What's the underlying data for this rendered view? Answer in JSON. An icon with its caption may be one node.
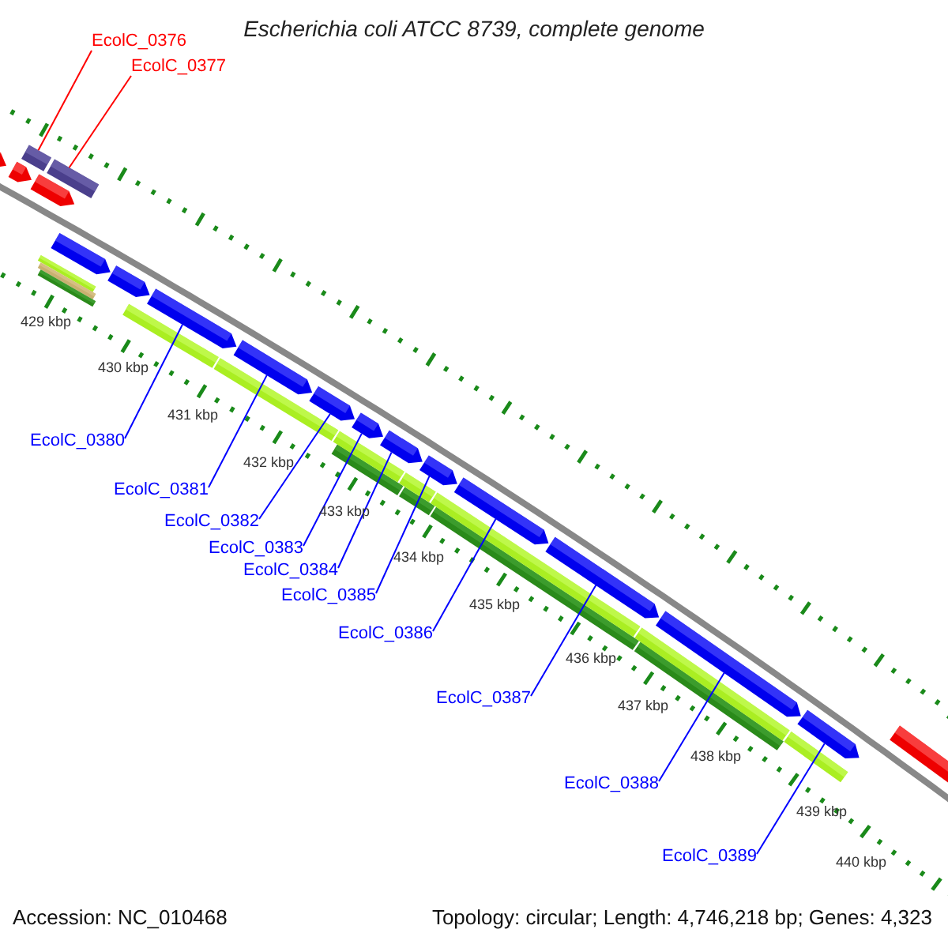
{
  "diagram": {
    "title": "Escherichia coli ATCC 8739, complete genome",
    "nodes": [
      {
        "text": [
          "EcolC_0376"
        ]
      },
      {
        "text": [
          "EcolC_0377"
        ]
      },
      {
        "text": [
          "EcolC_0380"
        ]
      },
      {
        "text": [
          "EcolC_0381"
        ]
      },
      {
        "text": [
          "EcolC_0382"
        ]
      },
      {
        "text": [
          "EcolC_0383"
        ]
      },
      {
        "text": [
          "EcolC_0384"
        ]
      },
      {
        "text": [
          "EcolC_0385"
        ]
      },
      {
        "text": [
          "EcolC_0386"
        ]
      },
      {
        "text": [
          "EcolC_0387"
        ]
      },
      {
        "text": [
          "EcolC_0388"
        ]
      },
      {
        "text": [
          "EcolC_0389"
        ]
      },
      {
        "text": [],
        "shape": "arrow"
      },
      {
        "text": [],
        "shape": "arrow"
      },
      {
        "text": [],
        "shape": "bar"
      },
      {
        "text": [],
        "shape": "arrow"
      },
      {
        "text": [],
        "shape": "bar"
      },
      {
        "text": [],
        "shape": "arrow"
      },
      {
        "text": [],
        "shape": "arrow"
      },
      {
        "text": [],
        "shape": "arrow"
      },
      {
        "text": [],
        "shape": "arrow"
      },
      {
        "text": [],
        "shape": "arrow"
      },
      {
        "text": [],
        "shape": "arrow"
      },
      {
        "text": [],
        "shape": "arrow"
      },
      {
        "text": [],
        "shape": "arrow"
      },
      {
        "text": [],
        "shape": "arrow"
      },
      {
        "text": [],
        "shape": "arrow"
      },
      {
        "text": [],
        "shape": "arrow"
      },
      {
        "text": [],
        "shape": "arrow"
      },
      {
        "text": [],
        "shape": "arrow"
      }
    ],
    "edges": [
      {
        "from": 0,
        "to": 14,
        "arrow": "none",
        "color": "#ff0000"
      },
      {
        "from": 1,
        "to": 16,
        "arrow": "none",
        "color": "#ff0000"
      },
      {
        "from": 2,
        "to": 19,
        "arrow": "none"
      },
      {
        "from": 3,
        "to": 20,
        "arrow": "none"
      },
      {
        "from": 4,
        "to": 21,
        "arrow": "none"
      },
      {
        "from": 5,
        "to": 22,
        "arrow": "none"
      },
      {
        "from": 6,
        "to": 23,
        "arrow": "none"
      },
      {
        "from": 7,
        "to": 24,
        "arrow": "none"
      },
      {
        "from": 8,
        "to": 25,
        "arrow": "none"
      },
      {
        "from": 9,
        "to": 26,
        "arrow": "none"
      },
      {
        "from": 10,
        "to": 27,
        "arrow": "none"
      },
      {
        "from": 11,
        "to": 28,
        "arrow": "none"
      }
    ],
    "labels": [
      "429 kbp",
      "430 kbp",
      "431 kbp",
      "432 kbp",
      "433 kbp",
      "434 kbp",
      "435 kbp",
      "436 kbp",
      "437 kbp",
      "438 kbp",
      "439 kbp",
      "440 kbp",
      "Accession: NC_010468",
      "Topology: circular; Length: 4,746,218 bp; Genes: 4,323"
    ]
  }
}
